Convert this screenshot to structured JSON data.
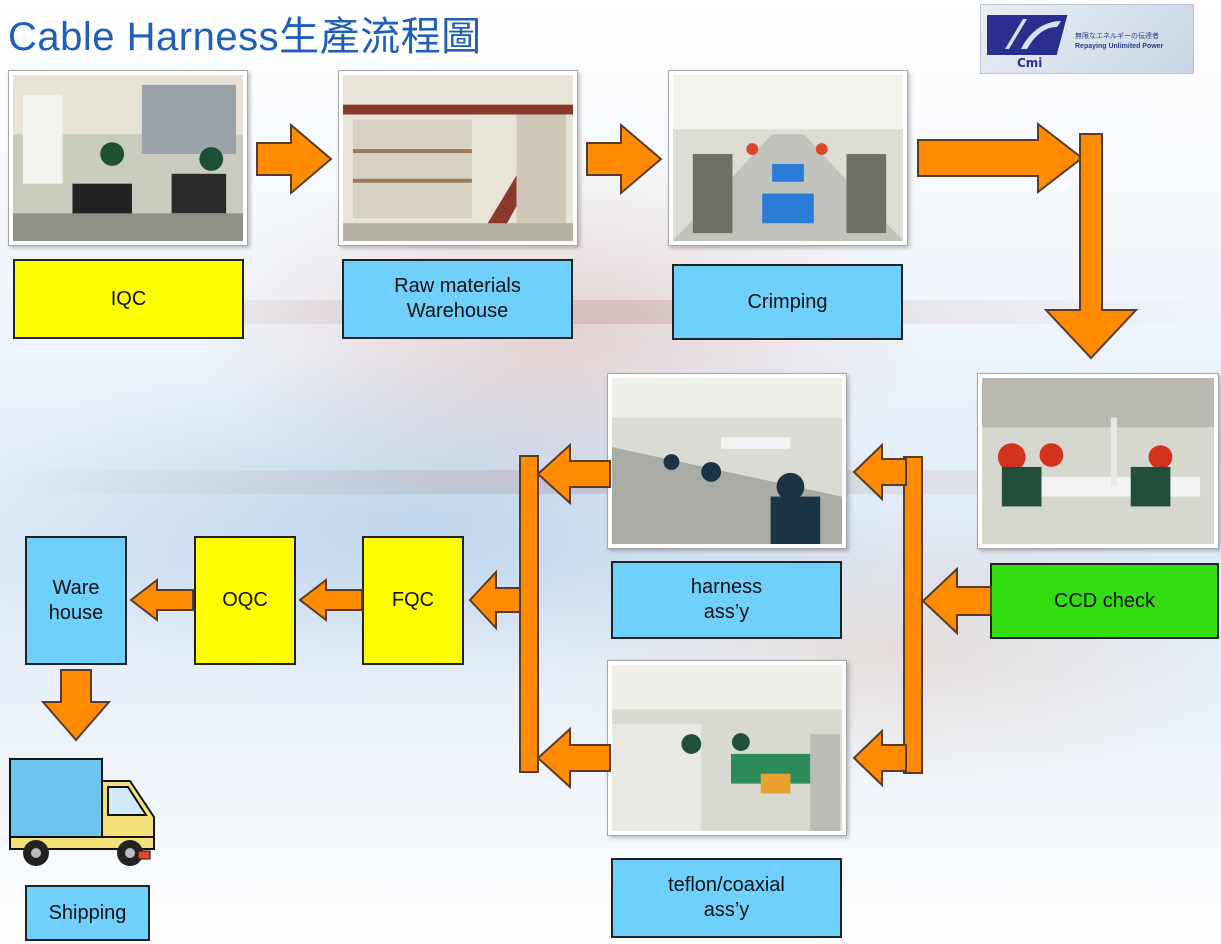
{
  "title": "Cable Harness生產流程圖",
  "logo": {
    "brand": "Cmi",
    "line1": "無限なエネルギーの伝達者",
    "line2": "Repaying Unlimited Power"
  },
  "steps": {
    "iqc": "IQC",
    "raw_materials": "Raw materials\nWarehouse",
    "crimping": "Crimping",
    "ccd_check": "CCD check",
    "harness_assy": "harness\nass’y",
    "teflon_assy": "teflon/coaxial\nass’y",
    "fqc": "FQC",
    "oqc": "OQC",
    "warehouse": "Ware\nhouse",
    "shipping": "Shipping"
  },
  "colors": {
    "inspection": "#ffff00",
    "process": "#6fd0fb",
    "check": "#33dd11",
    "arrow": "#ff8c00",
    "title": "#1f5fb8"
  }
}
